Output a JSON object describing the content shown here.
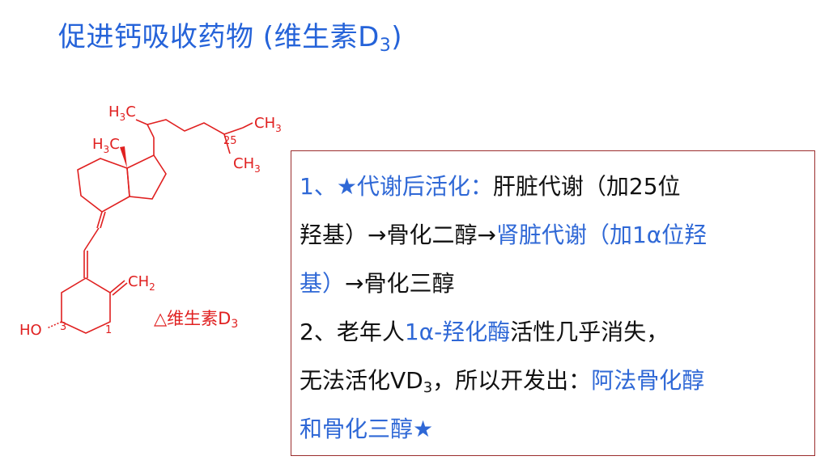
{
  "slide": {
    "title_text": "促进钙吸收药物 (维生素D",
    "title_sub": "3",
    "title_end": ")",
    "structure_labels": {
      "h3c_top": "H",
      "h3c_top_sub": "3",
      "h3c_top_c": "C",
      "h3c_mid": "H",
      "h3c_mid_sub": "3",
      "h3c_mid_c": "C",
      "ch3_a": "CH",
      "ch3_a_sub": "3",
      "ch3_b": "CH",
      "ch3_b_sub": "3",
      "ch2": "CH",
      "ch2_sub": "2",
      "ho": "HO",
      "pos_25": "25",
      "pos_3": "3",
      "pos_1": "1"
    },
    "caption_text": "△维生素D",
    "caption_sub": "3",
    "box": {
      "l1_blue": "1、★代谢后活化：",
      "l1_dark": "肝脏代谢（加25位",
      "l2_dark": "羟基）→骨化二醇→",
      "l2_blue": "肾脏代谢（加1α位羟",
      "l3_blue": "基）",
      "l3_dark": "→骨化三醇",
      "l4_dark_a": "2、老年人",
      "l4_blue": "1α-羟化酶",
      "l4_dark_b": "活性几乎消失，",
      "l5_dark_a": "无法活化VD",
      "l5_sub": "3",
      "l5_dark_b": "，所以开发出：",
      "l5_blue": "阿法骨化醇",
      "l6_blue": "和骨化三醇★"
    }
  }
}
